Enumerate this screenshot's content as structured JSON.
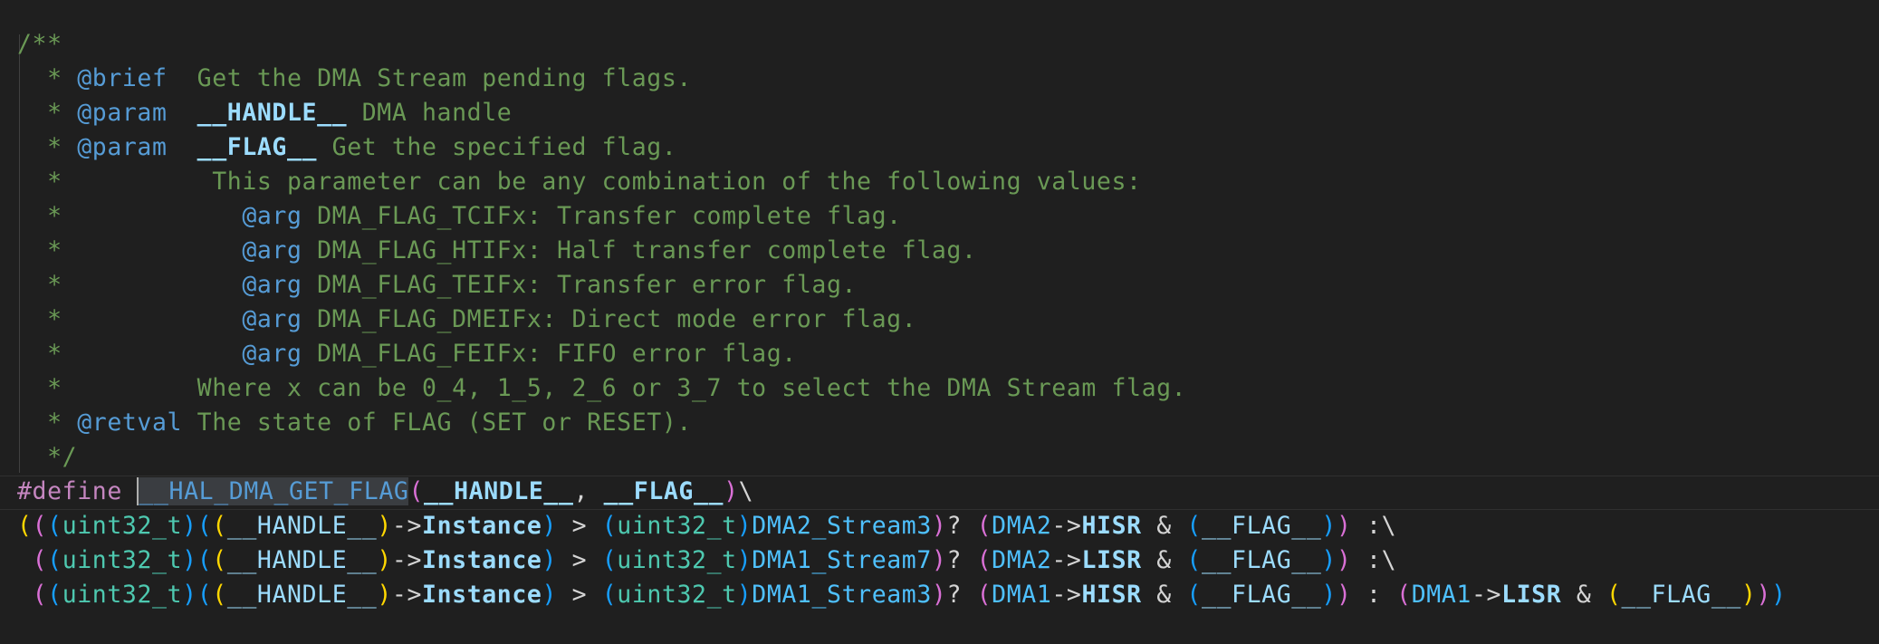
{
  "code": {
    "lines": [
      [
        {
          "t": "/**",
          "k": "c"
        }
      ],
      [
        {
          "t": "  * ",
          "k": "c"
        },
        {
          "t": "@brief",
          "k": "tag"
        },
        {
          "t": "  Get the DMA Stream pending flags.",
          "k": "c"
        }
      ],
      [
        {
          "t": "  * ",
          "k": "c"
        },
        {
          "t": "@param",
          "k": "tag"
        },
        {
          "t": "  ",
          "k": "c"
        },
        {
          "t": "__HANDLE__",
          "k": "param"
        },
        {
          "t": " DMA handle",
          "k": "c"
        }
      ],
      [
        {
          "t": "  * ",
          "k": "c"
        },
        {
          "t": "@param",
          "k": "tag"
        },
        {
          "t": "  ",
          "k": "c"
        },
        {
          "t": "__FLAG__",
          "k": "param"
        },
        {
          "t": " Get the specified flag.",
          "k": "c"
        }
      ],
      [
        {
          "t": "  *          This parameter can be any combination of the following values:",
          "k": "c"
        }
      ],
      [
        {
          "t": "  *            ",
          "k": "c"
        },
        {
          "t": "@arg",
          "k": "tag"
        },
        {
          "t": " DMA_FLAG_TCIFx: Transfer complete flag.",
          "k": "c"
        }
      ],
      [
        {
          "t": "  *            ",
          "k": "c"
        },
        {
          "t": "@arg",
          "k": "tag"
        },
        {
          "t": " DMA_FLAG_HTIFx: Half transfer complete flag.",
          "k": "c"
        }
      ],
      [
        {
          "t": "  *            ",
          "k": "c"
        },
        {
          "t": "@arg",
          "k": "tag"
        },
        {
          "t": " DMA_FLAG_TEIFx: Transfer error flag.",
          "k": "c"
        }
      ],
      [
        {
          "t": "  *            ",
          "k": "c"
        },
        {
          "t": "@arg",
          "k": "tag"
        },
        {
          "t": " DMA_FLAG_DMEIFx: Direct mode error flag.",
          "k": "c"
        }
      ],
      [
        {
          "t": "  *            ",
          "k": "c"
        },
        {
          "t": "@arg",
          "k": "tag"
        },
        {
          "t": " DMA_FLAG_FEIFx: FIFO error flag.",
          "k": "c"
        }
      ],
      [
        {
          "t": "  *         Where x can be 0_4, 1_5, 2_6 or 3_7 to select the DMA Stream flag.",
          "k": "c"
        }
      ],
      [
        {
          "t": "  * ",
          "k": "c"
        },
        {
          "t": "@retval",
          "k": "tag"
        },
        {
          "t": " The state of FLAG (SET or RESET).",
          "k": "c"
        }
      ],
      [
        {
          "t": "  */",
          "k": "c"
        }
      ],
      [
        {
          "t": "#define",
          "k": "kw"
        },
        {
          "t": " ",
          "k": "op"
        },
        {
          "t": "__HAL_DMA_GET_FLAG",
          "k": "macro sel"
        },
        {
          "t": "(",
          "k": "p2"
        },
        {
          "t": "__HANDLE__",
          "k": "param"
        },
        {
          "t": ", ",
          "k": "op"
        },
        {
          "t": "__FLAG__",
          "k": "param"
        },
        {
          "t": ")",
          "k": "p2"
        },
        {
          "t": "\\",
          "k": "op"
        }
      ],
      [
        {
          "t": "(",
          "k": "p1"
        },
        {
          "t": "(",
          "k": "p2"
        },
        {
          "t": "(",
          "k": "p3"
        },
        {
          "t": "uint32_t",
          "k": "type"
        },
        {
          "t": ")",
          "k": "p3"
        },
        {
          "t": "(",
          "k": "p3"
        },
        {
          "t": "(",
          "k": "p1"
        },
        {
          "t": "__HANDLE__",
          "k": "id"
        },
        {
          "t": ")",
          "k": "p1"
        },
        {
          "t": "->",
          "k": "op"
        },
        {
          "t": "Instance",
          "k": "prop"
        },
        {
          "t": ")",
          "k": "p3"
        },
        {
          "t": " > ",
          "k": "op"
        },
        {
          "t": "(",
          "k": "p3"
        },
        {
          "t": "uint32_t",
          "k": "type"
        },
        {
          "t": ")",
          "k": "p3"
        },
        {
          "t": "DMA2_Stream3",
          "k": "const"
        },
        {
          "t": ")",
          "k": "p2"
        },
        {
          "t": "? ",
          "k": "op"
        },
        {
          "t": "(",
          "k": "p2"
        },
        {
          "t": "DMA2",
          "k": "const"
        },
        {
          "t": "->",
          "k": "op"
        },
        {
          "t": "HISR",
          "k": "prop"
        },
        {
          "t": " & ",
          "k": "op"
        },
        {
          "t": "(",
          "k": "p3"
        },
        {
          "t": "__FLAG__",
          "k": "id"
        },
        {
          "t": ")",
          "k": "p3"
        },
        {
          "t": ")",
          "k": "p2"
        },
        {
          "t": " :\\",
          "k": "op"
        }
      ],
      [
        {
          "t": " ",
          "k": "op"
        },
        {
          "t": "(",
          "k": "p2"
        },
        {
          "t": "(",
          "k": "p3"
        },
        {
          "t": "uint32_t",
          "k": "type"
        },
        {
          "t": ")",
          "k": "p3"
        },
        {
          "t": "(",
          "k": "p3"
        },
        {
          "t": "(",
          "k": "p1"
        },
        {
          "t": "__HANDLE__",
          "k": "id"
        },
        {
          "t": ")",
          "k": "p1"
        },
        {
          "t": "->",
          "k": "op"
        },
        {
          "t": "Instance",
          "k": "prop"
        },
        {
          "t": ")",
          "k": "p3"
        },
        {
          "t": " > ",
          "k": "op"
        },
        {
          "t": "(",
          "k": "p3"
        },
        {
          "t": "uint32_t",
          "k": "type"
        },
        {
          "t": ")",
          "k": "p3"
        },
        {
          "t": "DMA1_Stream7",
          "k": "const"
        },
        {
          "t": ")",
          "k": "p2"
        },
        {
          "t": "? ",
          "k": "op"
        },
        {
          "t": "(",
          "k": "p2"
        },
        {
          "t": "DMA2",
          "k": "const"
        },
        {
          "t": "->",
          "k": "op"
        },
        {
          "t": "LISR",
          "k": "prop"
        },
        {
          "t": " & ",
          "k": "op"
        },
        {
          "t": "(",
          "k": "p3"
        },
        {
          "t": "__FLAG__",
          "k": "id"
        },
        {
          "t": ")",
          "k": "p3"
        },
        {
          "t": ")",
          "k": "p2"
        },
        {
          "t": " :\\",
          "k": "op"
        }
      ],
      [
        {
          "t": " ",
          "k": "op"
        },
        {
          "t": "(",
          "k": "p2"
        },
        {
          "t": "(",
          "k": "p3"
        },
        {
          "t": "uint32_t",
          "k": "type"
        },
        {
          "t": ")",
          "k": "p3"
        },
        {
          "t": "(",
          "k": "p3"
        },
        {
          "t": "(",
          "k": "p1"
        },
        {
          "t": "__HANDLE__",
          "k": "id"
        },
        {
          "t": ")",
          "k": "p1"
        },
        {
          "t": "->",
          "k": "op"
        },
        {
          "t": "Instance",
          "k": "prop"
        },
        {
          "t": ")",
          "k": "p3"
        },
        {
          "t": " > ",
          "k": "op"
        },
        {
          "t": "(",
          "k": "p3"
        },
        {
          "t": "uint32_t",
          "k": "type"
        },
        {
          "t": ")",
          "k": "p3"
        },
        {
          "t": "DMA1_Stream3",
          "k": "const"
        },
        {
          "t": ")",
          "k": "p2"
        },
        {
          "t": "? ",
          "k": "op"
        },
        {
          "t": "(",
          "k": "p2"
        },
        {
          "t": "DMA1",
          "k": "const"
        },
        {
          "t": "->",
          "k": "op"
        },
        {
          "t": "HISR",
          "k": "prop"
        },
        {
          "t": " & ",
          "k": "op"
        },
        {
          "t": "(",
          "k": "p3"
        },
        {
          "t": "__FLAG__",
          "k": "id"
        },
        {
          "t": ")",
          "k": "p3"
        },
        {
          "t": ")",
          "k": "p2"
        },
        {
          "t": " : ",
          "k": "op"
        },
        {
          "t": "(",
          "k": "p2"
        },
        {
          "t": "DMA1",
          "k": "const"
        },
        {
          "t": "->",
          "k": "op"
        },
        {
          "t": "LISR",
          "k": "prop"
        },
        {
          "t": " & ",
          "k": "op"
        },
        {
          "t": "(",
          "k": "p1"
        },
        {
          "t": "__FLAG__",
          "k": "id"
        },
        {
          "t": ")",
          "k": "p1"
        },
        {
          "t": ")",
          "k": "p2"
        },
        {
          "t": ")",
          "k": "p3"
        }
      ]
    ]
  },
  "theme": {
    "background": "#1f1f1f",
    "comment": "#6a9955",
    "doc_tag": "#569cd6",
    "keyword": "#c586c0",
    "type": "#4ec9b0",
    "constant": "#4fc1ff",
    "bracket_gold": "#ffd700",
    "bracket_orchid": "#da70d6",
    "bracket_blue": "#179fff"
  }
}
